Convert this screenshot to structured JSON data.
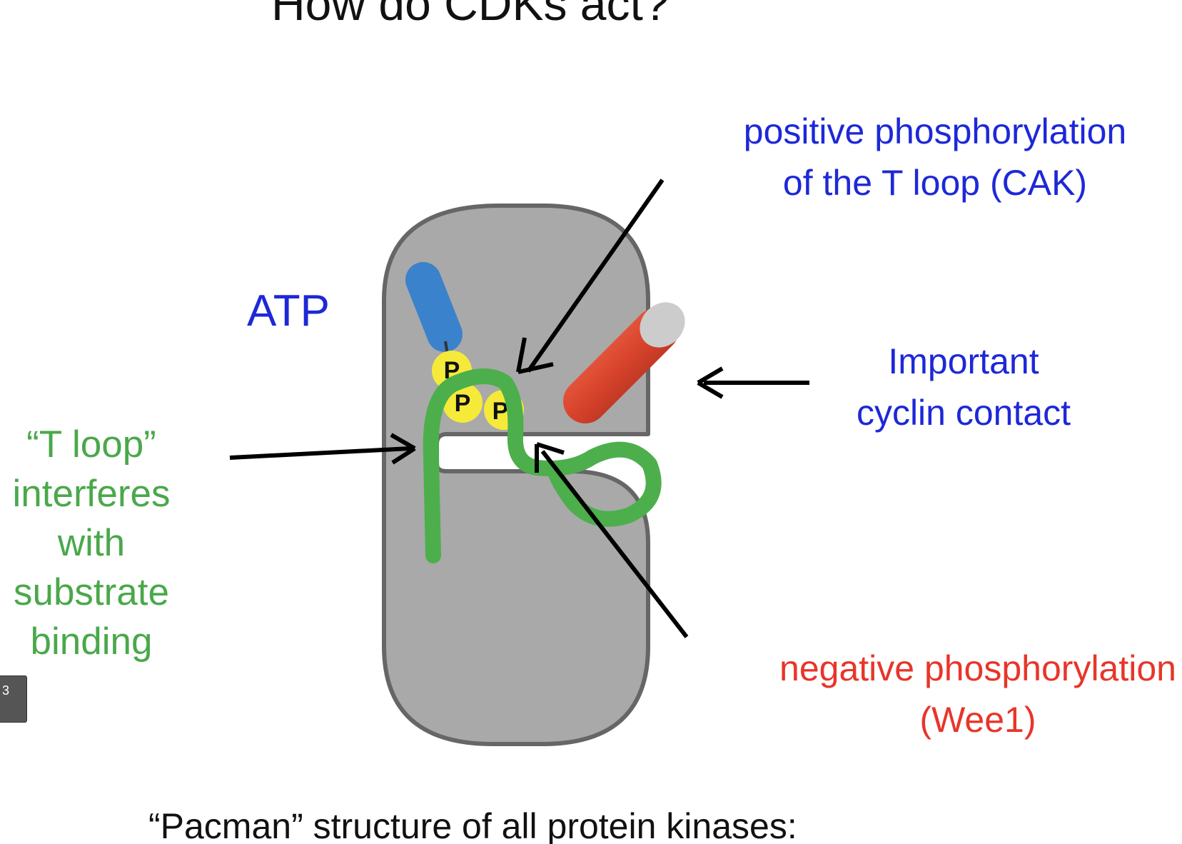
{
  "slide": {
    "title": "How do CDKs act?",
    "bottom_caption": "“Pacman” structure of all protein kinases:",
    "page_badge": "3"
  },
  "labels": {
    "atp": "ATP",
    "positive_phosphorylation": {
      "line1": "positive phosphorylation",
      "line2": "of the T loop (CAK)"
    },
    "cyclin_contact": {
      "line1": "Important",
      "line2": "cyclin contact"
    },
    "negative_phosphorylation": {
      "line1": "negative phosphorylation",
      "line2": "(Wee1)"
    },
    "t_loop_note": {
      "line1": "“T loop”",
      "line2": "interferes",
      "line3": "with",
      "line4": "substrate",
      "line5": "binding"
    },
    "phosphate_mark": "P"
  },
  "colors": {
    "title_text": "#111111",
    "blue_label": "#1d28d8",
    "red_label": "#e8352a",
    "green_label": "#4aa84a",
    "kinase_body": "#a9a9a9",
    "kinase_outline": "#666666",
    "atp_adenosine": "#3b82cc",
    "phosphate": "#f5ea3a",
    "t_loop": "#4caf4c",
    "cyclin_helix": "#d8432c",
    "arrow": "#000000"
  }
}
